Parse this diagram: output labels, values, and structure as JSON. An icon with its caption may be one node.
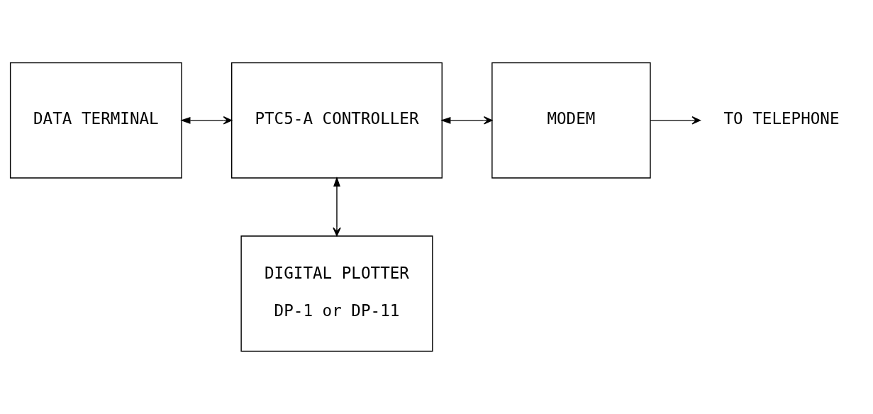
{
  "diagram": {
    "nodes": [
      {
        "text": [
          "DATA TERMINAL"
        ]
      },
      {
        "text": [
          "PTC5-A CONTROLLER"
        ]
      },
      {
        "text": [
          "MODEM"
        ]
      },
      {
        "text": [
          "TO TELEPHONE"
        ]
      },
      {
        "text": [
          "DIGITAL PLOTTER",
          "DP-1 or DP-11"
        ]
      }
    ],
    "edges": [
      {
        "from": 0,
        "to": 1,
        "arrow": "both"
      },
      {
        "from": 1,
        "to": 2,
        "arrow": "both"
      },
      {
        "from": 2,
        "to": 3,
        "arrow": "to"
      },
      {
        "from": 1,
        "to": 4,
        "arrow": "both"
      }
    ]
  }
}
